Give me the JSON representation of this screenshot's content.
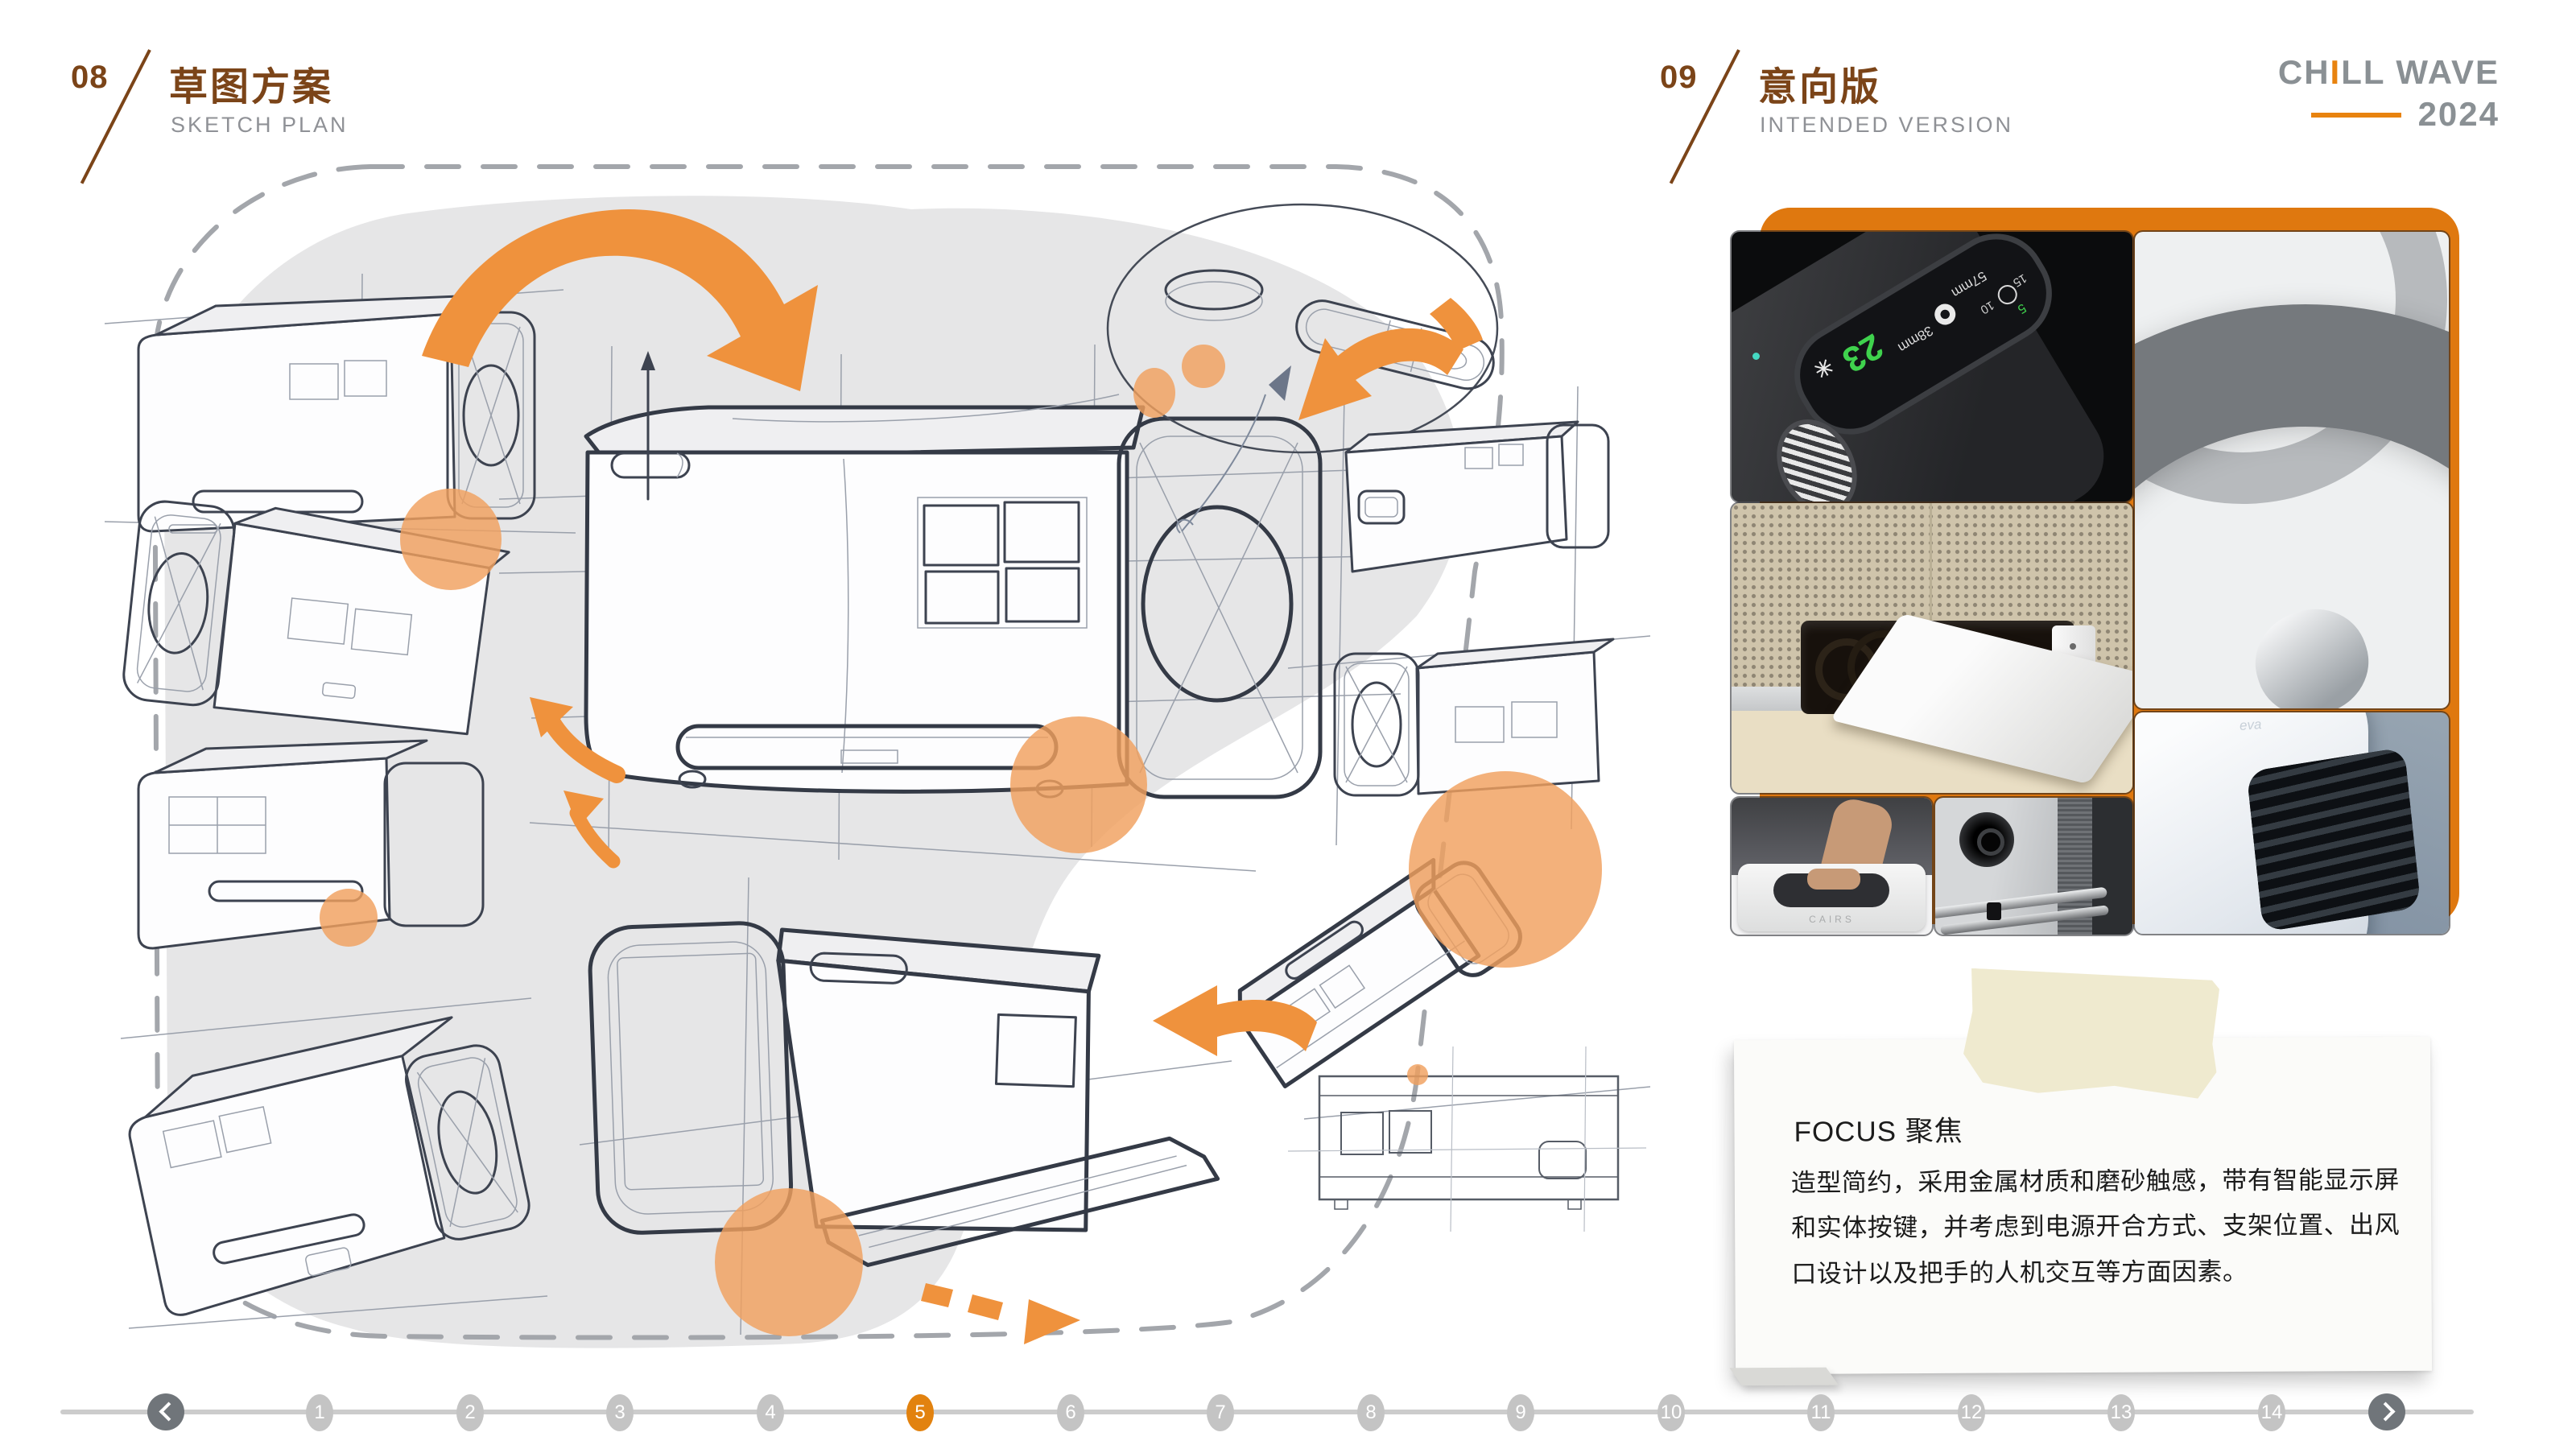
{
  "colors": {
    "accent_orange": "#DF780F",
    "arrow_orange": "#EF923D",
    "soft_orange": "#F0A05E",
    "heading_brown": "#7B4418",
    "gray_text": "#8F9196"
  },
  "header_left": {
    "number": "08",
    "title_cn": "草图方案",
    "title_en": "SKETCH PLAN"
  },
  "header_right": {
    "number": "09",
    "title_cn": "意向版",
    "title_en": "INTENDED VERSION"
  },
  "brand": {
    "part1": "CH",
    "accent": "I",
    "part2": "LL WAVE",
    "year": "2024"
  },
  "moodboard": {
    "display": {
      "temp": "23",
      "focal_a": "38mm",
      "focal_b": "57mm",
      "timer_a": "10",
      "timer_b": "15",
      "timer_c": "5"
    },
    "cairs": "CAIRS",
    "eva": "eva"
  },
  "note": {
    "title": "FOCUS 聚焦",
    "body": "造型简约，采用金属材质和磨砂触感，带有智能显示屏和实体按键，并考虑到电源开合方式、支架位置、出风口设计以及把手的人机交互等方面因素。"
  },
  "pagination": {
    "pages": [
      "1",
      "2",
      "3",
      "4",
      "5",
      "6",
      "7",
      "8",
      "9",
      "10",
      "11",
      "12",
      "13",
      "14"
    ],
    "active_index": 4,
    "prev": "previous",
    "next": "next"
  }
}
